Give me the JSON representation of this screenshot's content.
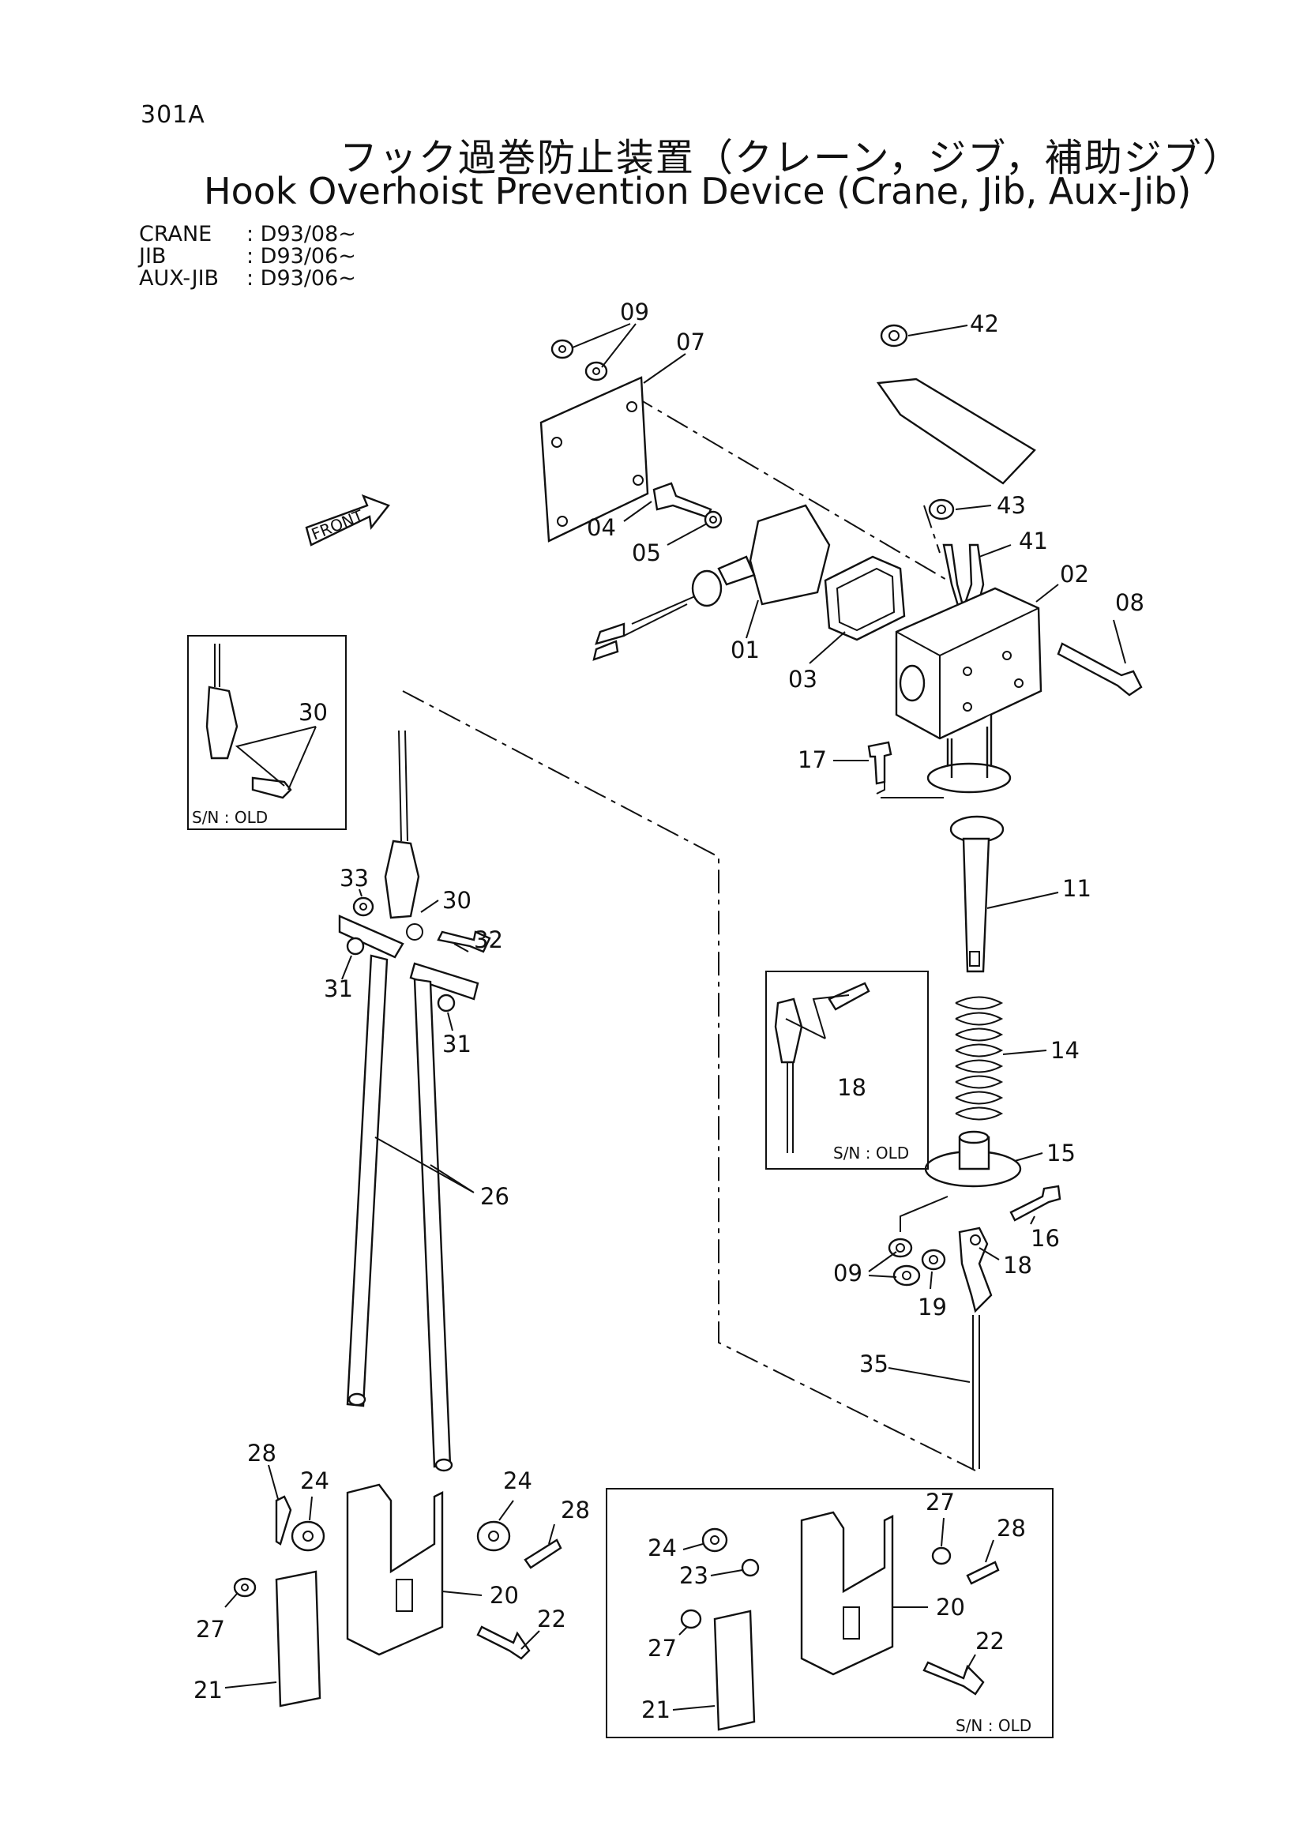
{
  "page_number": "301A",
  "title_jp": "フック過巻防止装置（クレーン，ジブ，補助ジブ）",
  "title_en": "Hook Overhoist Prevention Device (Crane, Jib, Aux-Jib)",
  "serials": [
    {
      "key": "CRANE",
      "value": ": D93/08~"
    },
    {
      "key": "JIB",
      "value": ": D93/06~"
    },
    {
      "key": "AUX-JIB",
      "value": ": D93/06~"
    }
  ],
  "front_label": "FRONT",
  "sn_old_label": "S/N : OLD",
  "parts": {
    "p09a": "09",
    "p07": "07",
    "p42": "42",
    "p04": "04",
    "p05": "05",
    "p43": "43",
    "p41": "41",
    "p02": "02",
    "p08": "08",
    "p01": "01",
    "p03": "03",
    "p17": "17",
    "p11": "11",
    "p14": "14",
    "p15": "15",
    "p16": "16",
    "p18a": "18",
    "p18b": "18",
    "p09b": "09",
    "p19": "19",
    "p35": "35",
    "p30a": "30",
    "p30b": "30",
    "p33": "33",
    "p32": "32",
    "p31a": "31",
    "p31b": "31",
    "p26": "26",
    "p28a": "28",
    "p24a": "24",
    "p24b": "24",
    "p28b": "28",
    "p20a": "20",
    "p22a": "22",
    "p27a": "27",
    "p21a": "21",
    "p27b": "27",
    "p28c": "28",
    "p24c": "24",
    "p23": "23",
    "p20b": "20",
    "p27c": "27",
    "p22b": "22",
    "p21b": "21"
  }
}
